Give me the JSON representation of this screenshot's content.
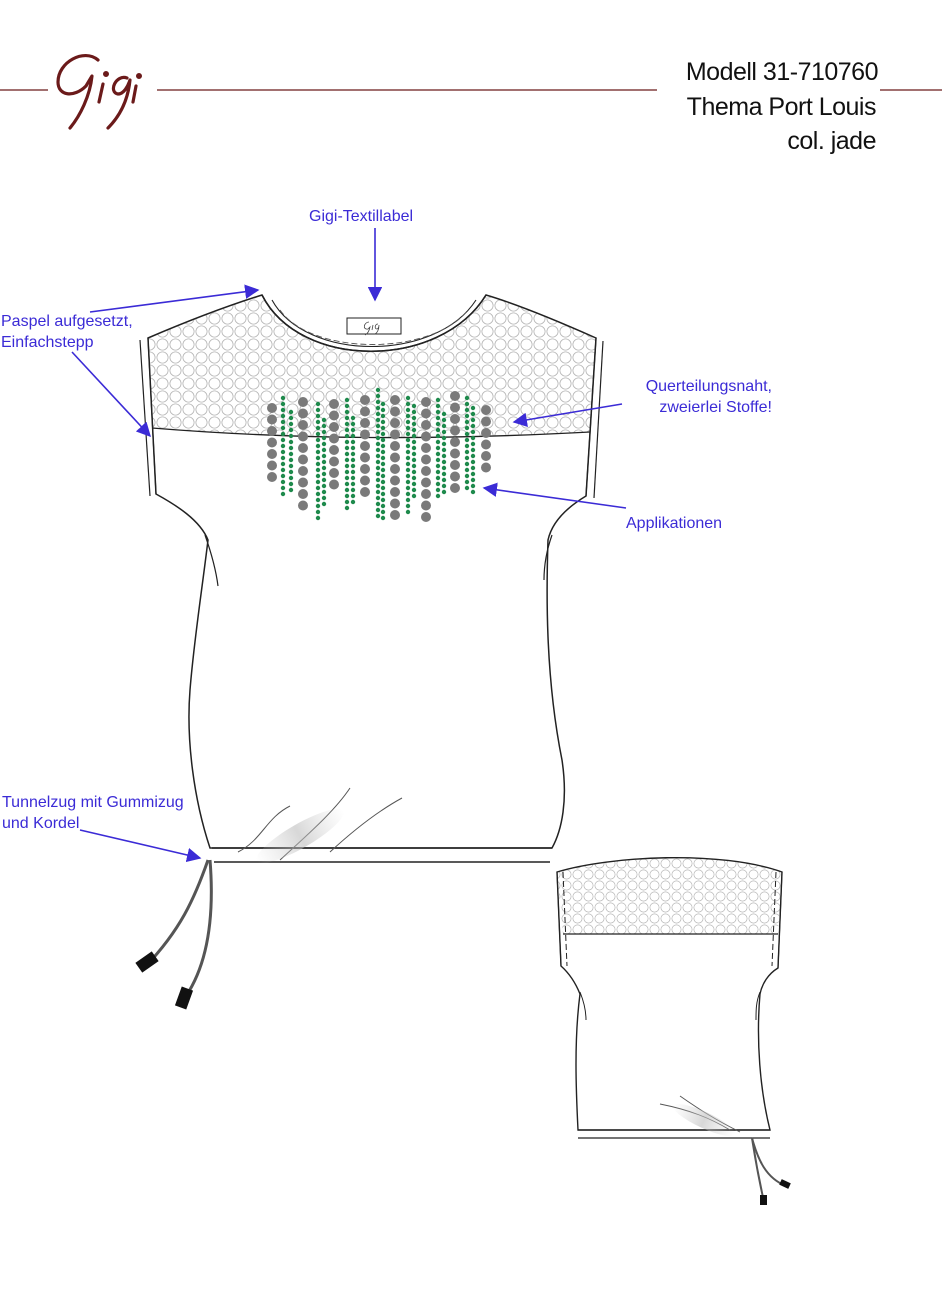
{
  "brand": {
    "logo_text": "Gigi",
    "color": "#6b1a1a"
  },
  "header": {
    "model": "Modell 31-710760",
    "theme": "Thema Port Louis",
    "color_variant": "col. jade"
  },
  "annotations": {
    "label": "Gigi-Textillabel",
    "piping_line1": "Paspel aufgesetzt,",
    "piping_line2": "Einfachstepp",
    "seam_line1": "Querteilungsnaht,",
    "seam_line2": "zweierlei Stoffe!",
    "applications": "Applikationen",
    "drawstring_line1": "Tunnelzug mit Gummizug",
    "drawstring_line2": "und Kordel"
  },
  "colors": {
    "annotation": "#3b2bd6",
    "outline": "#222222",
    "sequin_green": "#1e8a4c",
    "sequin_grey": "#7a7a7a",
    "mesh": "#b5b5b5"
  }
}
